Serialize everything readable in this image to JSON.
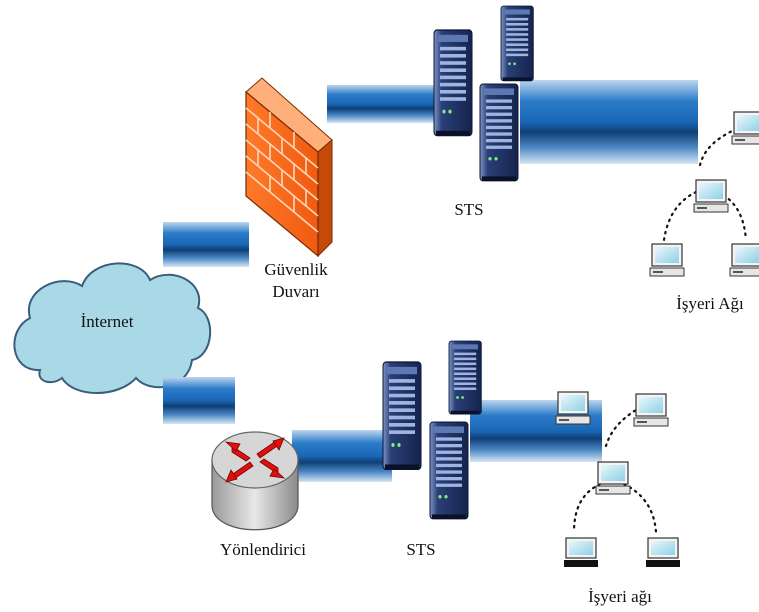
{
  "labels": {
    "internet": "İnternet",
    "firewall_line1": "Güvenlik",
    "firewall_line2": "Duvarı",
    "router": "Yönlendirici",
    "sts_top": "STS",
    "sts_bottom": "STS",
    "workplace_top": "İşyeri Ağı",
    "workplace_bottom": "İşyeri ağı"
  },
  "icons": {
    "cloud": "internet-cloud-icon",
    "firewall": "brick-firewall-icon",
    "router": "router-icon",
    "server": "server-tower-icon",
    "computer": "desktop-computer-icon"
  },
  "colors": {
    "cloud_fill": "#a9d9e6",
    "cloud_stroke": "#3a5d7c",
    "link_blue": "#1f6fc0",
    "link_dark": "#103f73",
    "brick": "#ff6e1f",
    "router_top": "#cfcfcf",
    "router_arrow": "#e01010",
    "server_body": "#1e3264"
  }
}
